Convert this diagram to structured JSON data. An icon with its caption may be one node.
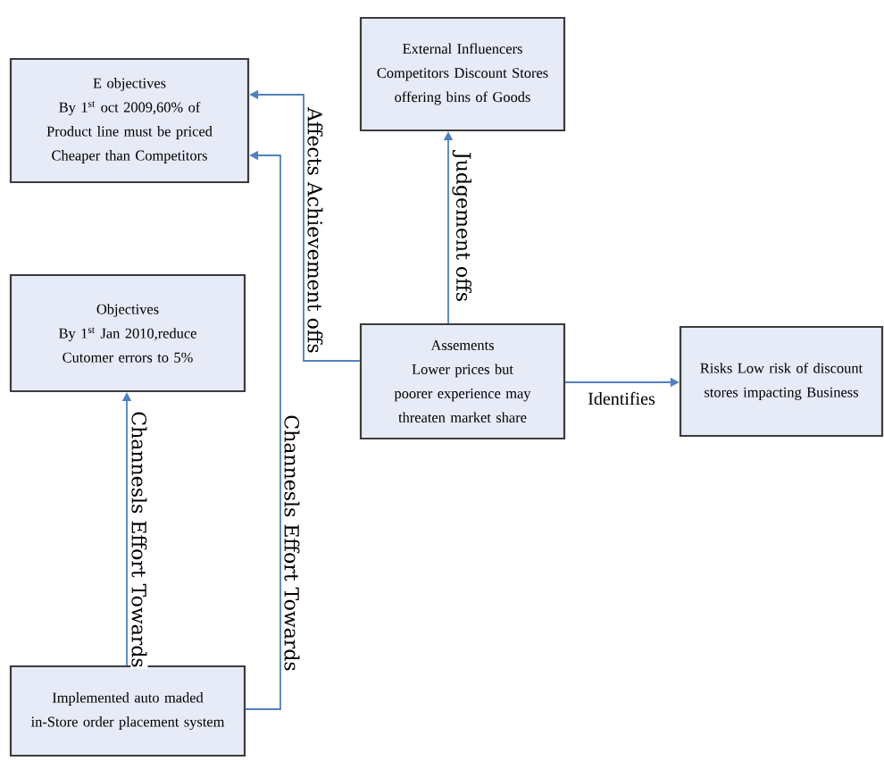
{
  "diagram": {
    "nodes": [
      {
        "text": [
          "E objectives",
          "By 1$^{st}$ oct 2009,60% of Product line must be priced Cheaper than Competitors"
        ]
      },
      {
        "text": [
          "External Influencers Competitors Discount Stores offering bins of Goods"
        ]
      },
      {
        "text": [
          "Objectives",
          "By 1$^{st}$ Jan 2010,reduce Cutomer errors to 5%"
        ]
      },
      {
        "text": [
          "Assements",
          "Lower prices but poorer experience may threaten market share"
        ]
      },
      {
        "text": [
          "Risks Low risk of discount stores impacting Business"
        ]
      },
      {
        "text": [
          "Implemented auto maded in-Store order placement system"
        ]
      }
    ],
    "edges": [
      {
        "from": 3,
        "to": 0,
        "arrow": "to",
        "label": "Affects Achievement offs"
      },
      {
        "from": 3,
        "to": 1,
        "arrow": "to",
        "label": "Judgement offs"
      },
      {
        "from": 3,
        "to": 4,
        "arrow": "to",
        "label": "Identifies"
      },
      {
        "from": 5,
        "to": 2,
        "arrow": "to",
        "label": "Channesls Effort Towards"
      },
      {
        "from": 5,
        "to": 0,
        "arrow": "to",
        "label": "Channesls Effort Towards"
      }
    ]
  }
}
